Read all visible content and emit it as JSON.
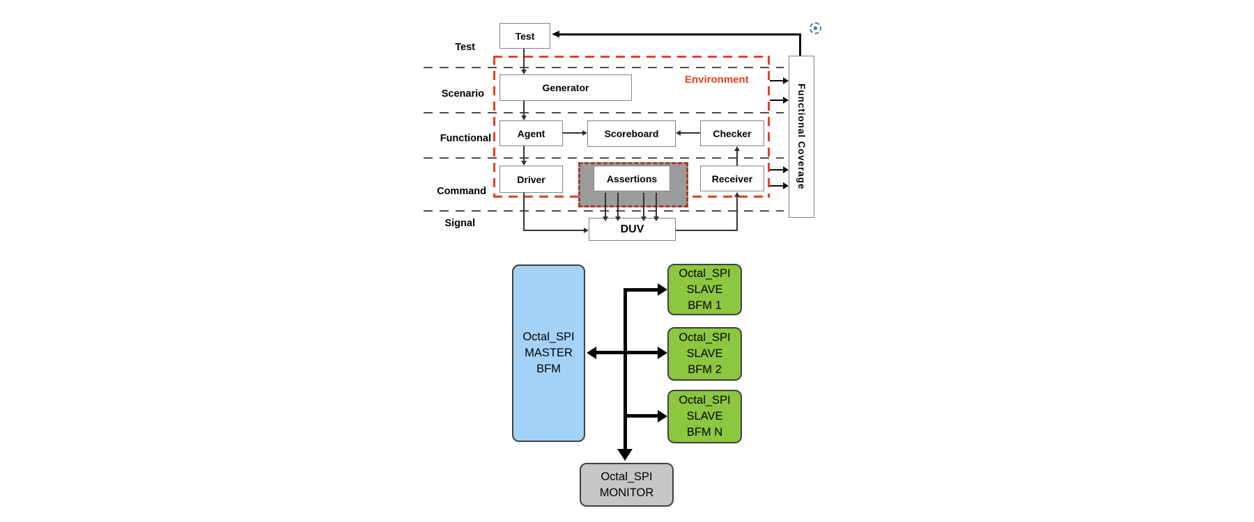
{
  "top": {
    "layer_labels": [
      "Test",
      "Scenario",
      "Functional",
      "Command",
      "Signal"
    ],
    "environment_label": "Environment",
    "nodes": {
      "test": "Test",
      "generator": "Generator",
      "agent": "Agent",
      "scoreboard": "Scoreboard",
      "checker": "Checker",
      "driver": "Driver",
      "assertions": "Assertions",
      "receiver": "Receiver",
      "duv": "DUV",
      "functional_coverage": "Functional Coverage"
    },
    "colors": {
      "environment_border": "#e74024",
      "layer_divider": "#4d4d4d",
      "box_border": "#808080",
      "assertions_fill": "#9c9c9c",
      "assertions_border": "#a83a24"
    }
  },
  "bottom": {
    "master": {
      "lines": [
        "Octal_SPI",
        "MASTER",
        "BFM"
      ]
    },
    "slaves": [
      {
        "lines": [
          "Octal_SPI",
          "SLAVE",
          "BFM 1"
        ]
      },
      {
        "lines": [
          "Octal_SPI",
          "SLAVE",
          "BFM 2"
        ]
      },
      {
        "lines": [
          "Octal_SPI",
          "SLAVE",
          "BFM N"
        ]
      }
    ],
    "monitor": {
      "lines": [
        "Octal_SPI",
        "MONITOR"
      ]
    },
    "colors": {
      "master_fill": "#a4d2f6",
      "slave_fill": "#8dc63f",
      "monitor_fill": "#c6c6c6",
      "arrow": "#000000"
    }
  },
  "icons": {
    "spinner": "dashed-circle-with-dot"
  }
}
